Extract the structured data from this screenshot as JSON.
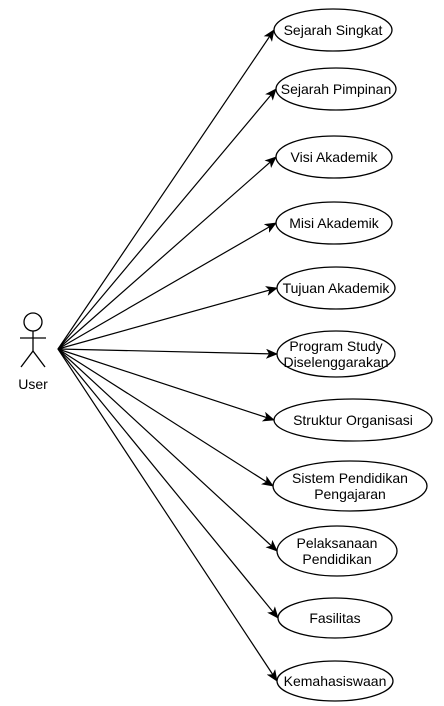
{
  "actor": {
    "label": "User"
  },
  "use_cases": [
    {
      "lines": [
        "Sejarah Singkat"
      ]
    },
    {
      "lines": [
        "Sejarah Pimpinan"
      ]
    },
    {
      "lines": [
        "Visi Akademik"
      ]
    },
    {
      "lines": [
        "Misi Akademik"
      ]
    },
    {
      "lines": [
        "Tujuan Akademik"
      ]
    },
    {
      "lines": [
        "Program Study",
        "Diselenggarakan"
      ]
    },
    {
      "lines": [
        "Struktur Organisasi"
      ]
    },
    {
      "lines": [
        "Sistem Pendidikan",
        "Pengajaran"
      ]
    },
    {
      "lines": [
        "Pelaksanaan",
        "Pendidikan"
      ]
    },
    {
      "lines": [
        "Fasilitas"
      ]
    },
    {
      "lines": [
        "Kemahasiswaan"
      ]
    }
  ]
}
